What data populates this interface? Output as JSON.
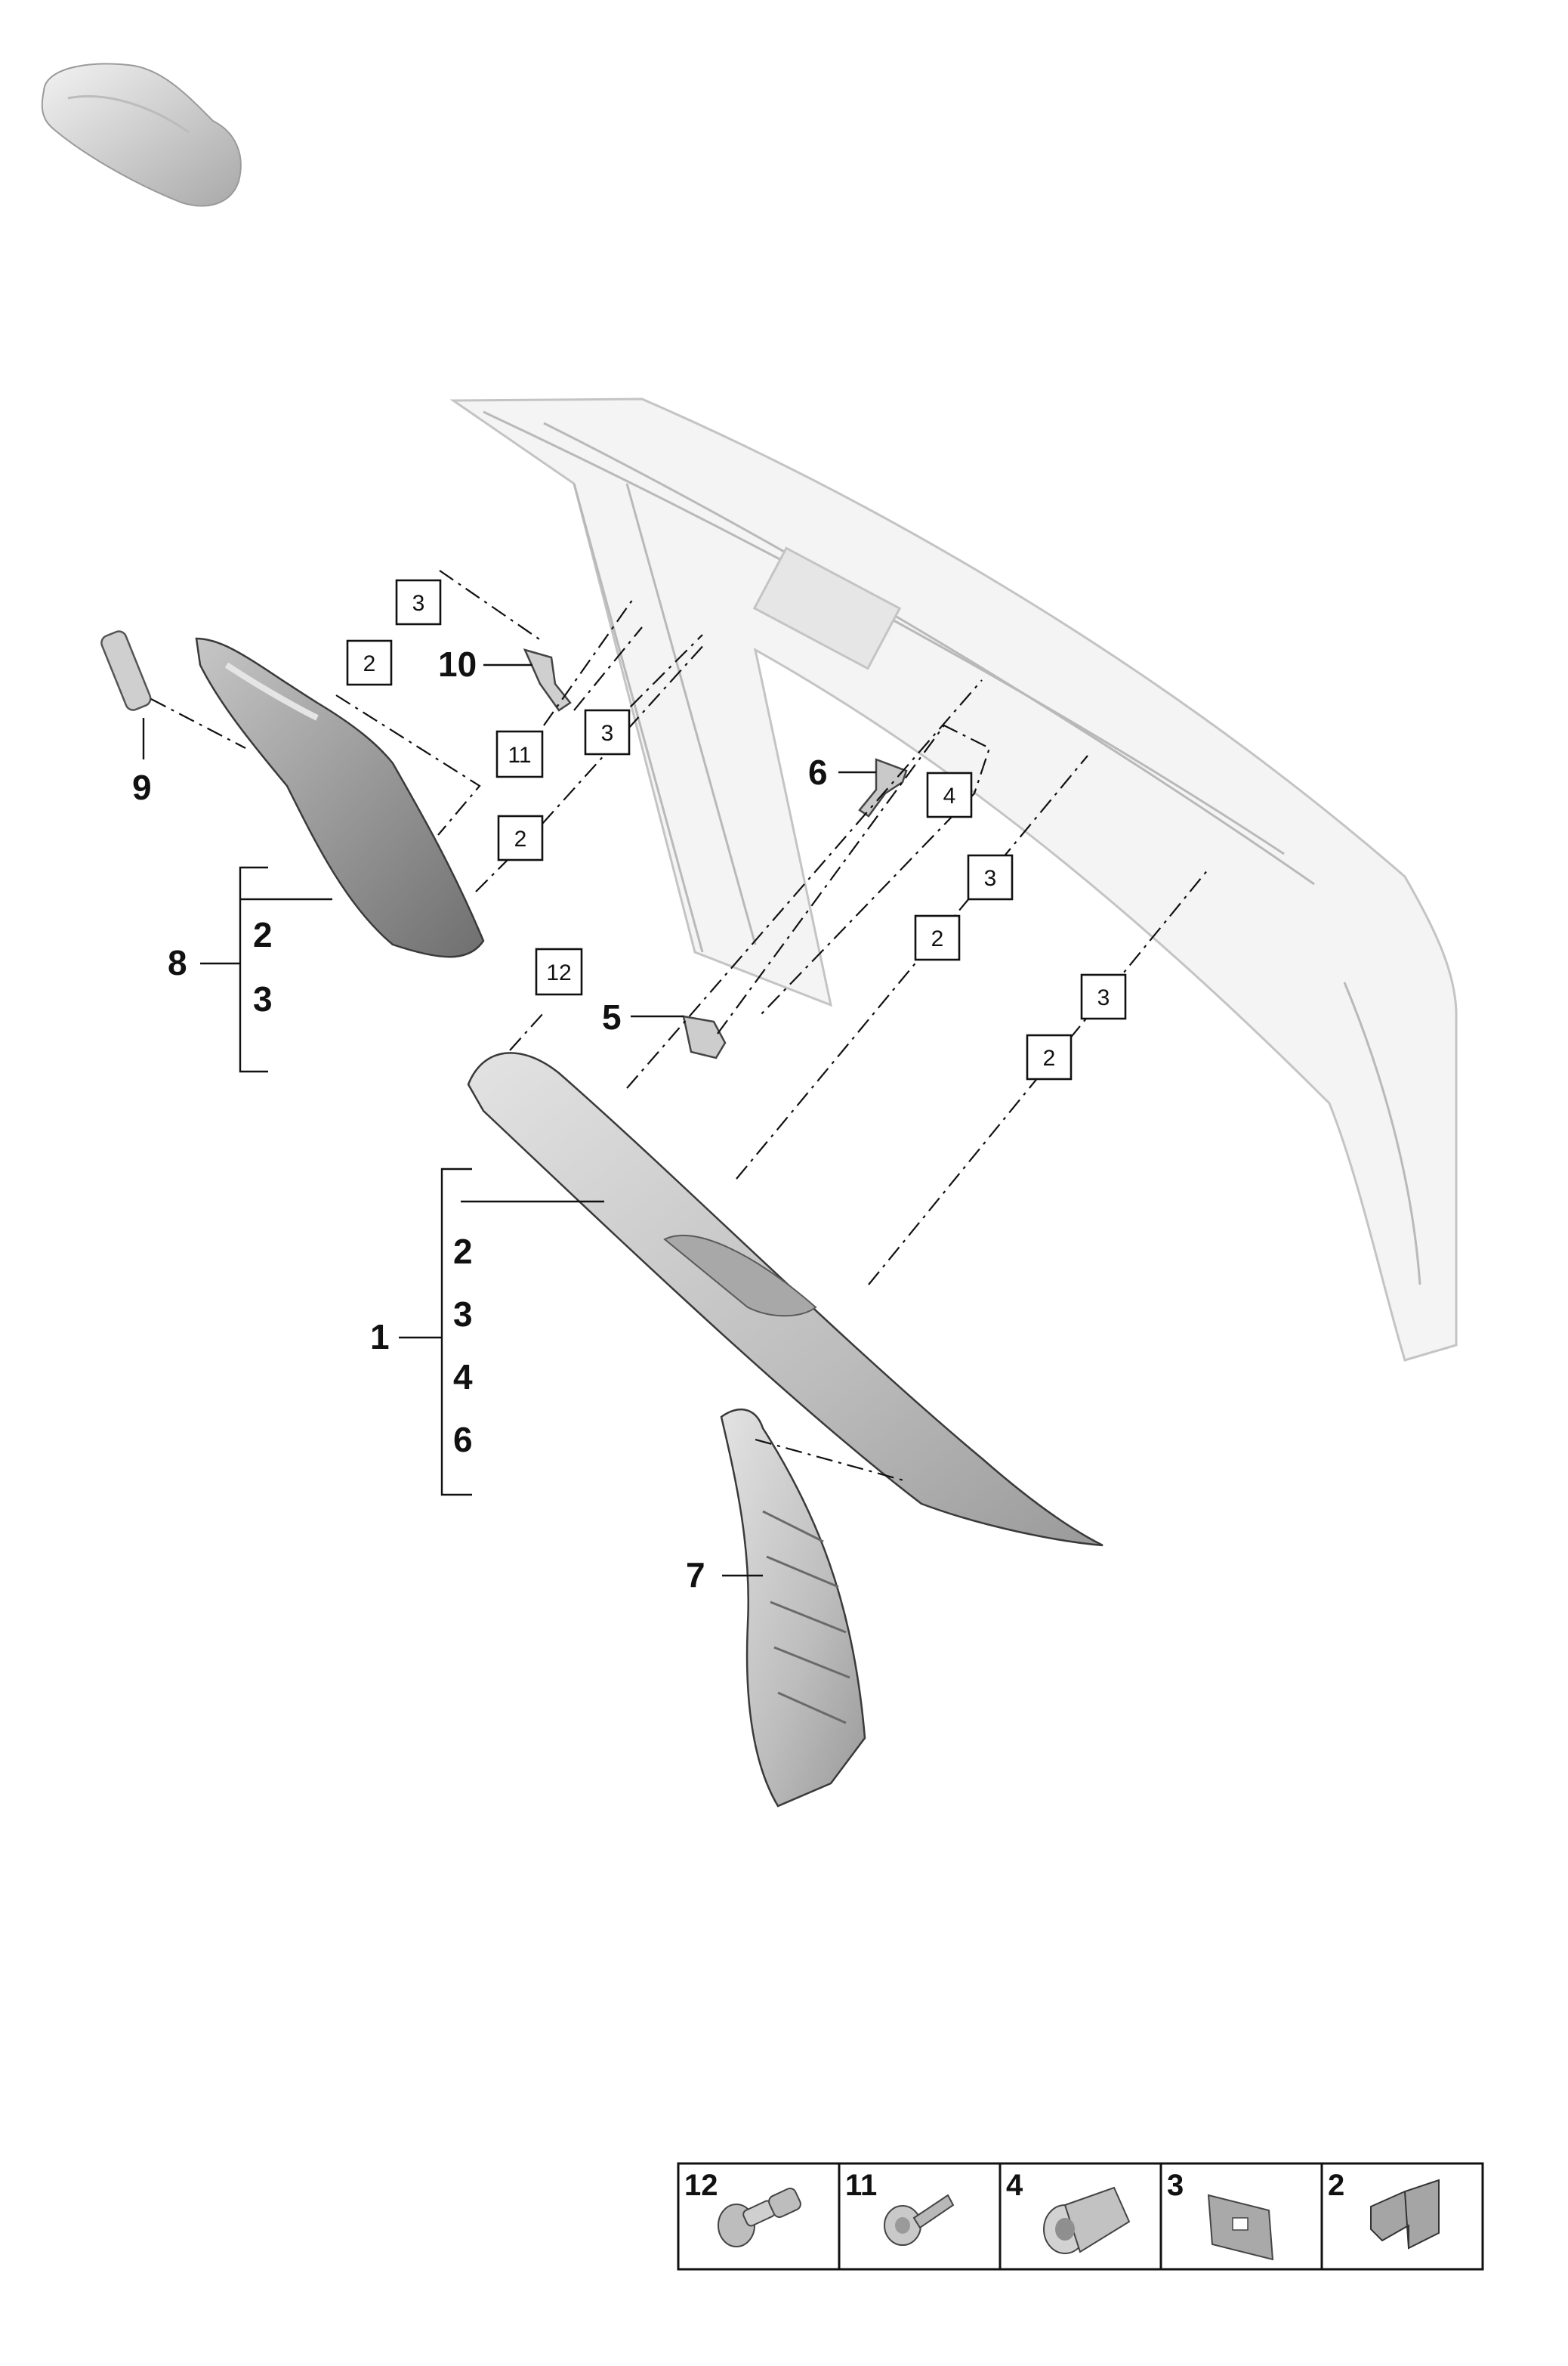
{
  "callouts": {
    "p1": "1",
    "p5": "5",
    "p6": "6",
    "p7": "7",
    "p8": "8",
    "p9": "9",
    "p10": "10"
  },
  "groups": {
    "g8": [
      "2",
      "3"
    ],
    "g1": [
      "2",
      "3",
      "4",
      "6"
    ]
  },
  "boxed": {
    "b3a": "3",
    "b2a": "2",
    "b11": "11",
    "b3b": "3",
    "b2b": "2",
    "b4": "4",
    "b3c": "3",
    "b2c": "2",
    "b12": "12",
    "b3d": "3",
    "b2d": "2"
  },
  "legend": [
    {
      "num": "12",
      "icon": "clip-rivet-icon"
    },
    {
      "num": "11",
      "icon": "screw-with-washer-icon"
    },
    {
      "num": "4",
      "icon": "expanding-nut-icon"
    },
    {
      "num": "3",
      "icon": "square-pad-icon"
    },
    {
      "num": "2",
      "icon": "spring-clip-icon"
    }
  ],
  "colors": {
    "part_fill": "#c7c7c7",
    "part_dark": "#8c8c8c",
    "body_fill": "#efefef",
    "line": "#111111"
  }
}
